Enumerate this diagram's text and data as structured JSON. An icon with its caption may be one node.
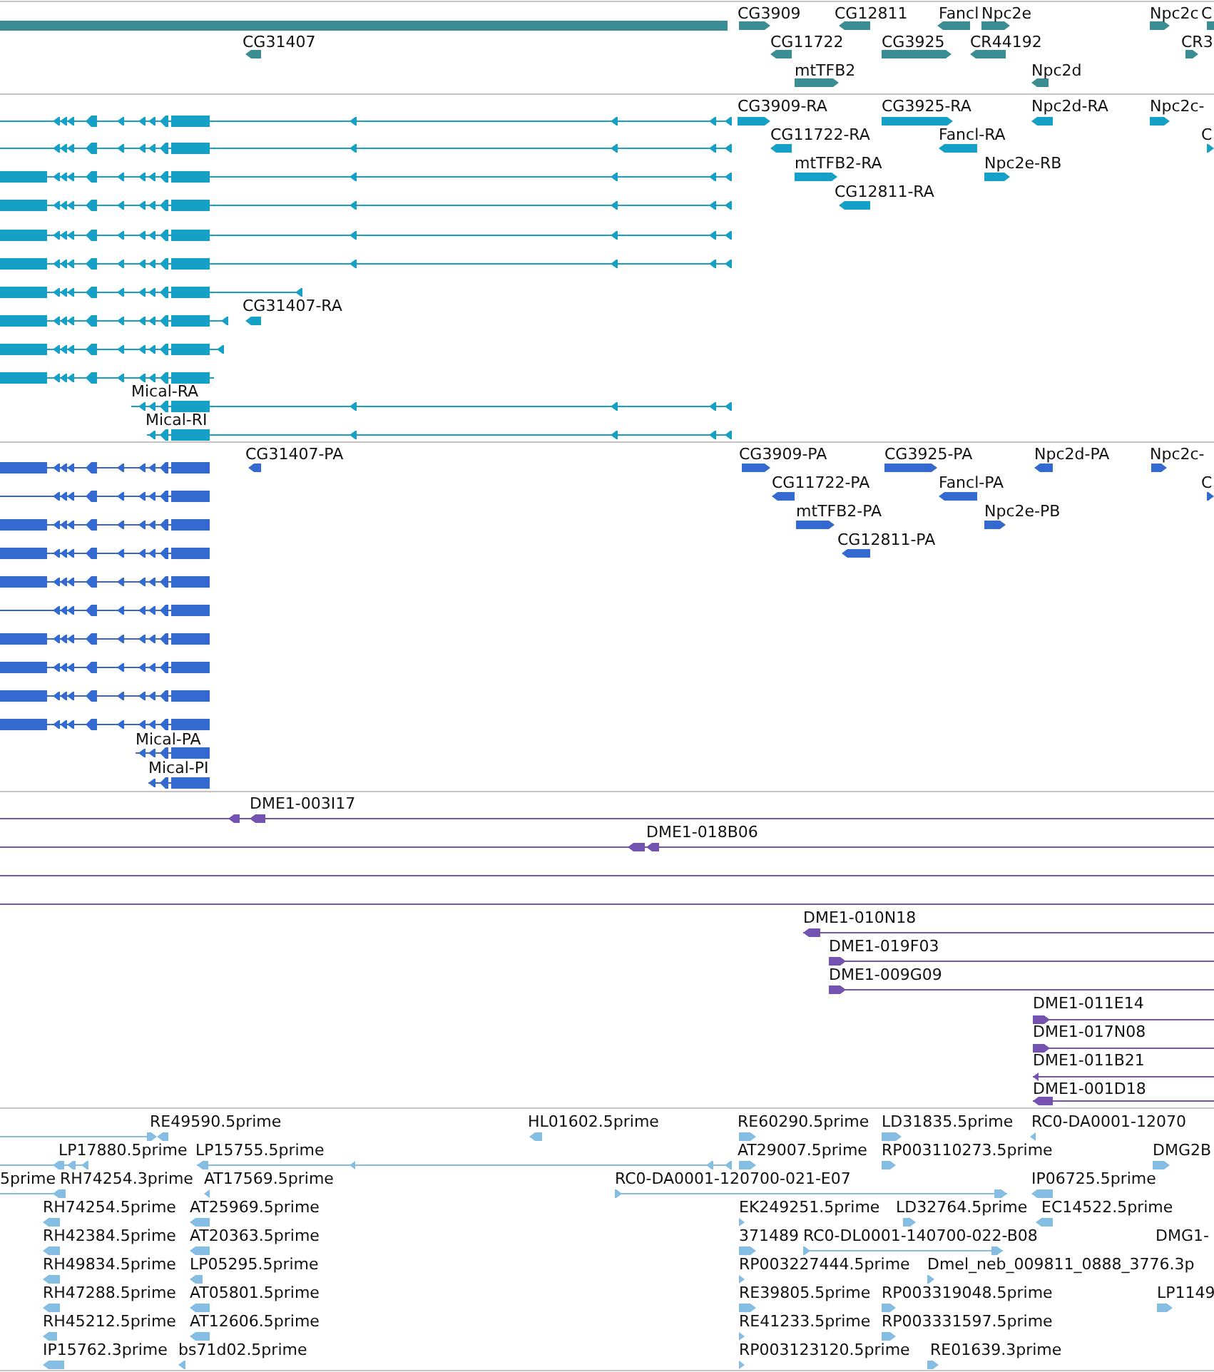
{
  "diagram": {
    "labels": [
      "CG3909",
      "CG12811",
      "Fancl",
      "Npc2e",
      "Npc2c",
      "C",
      "CG31407",
      "CG11722",
      "CG3925",
      "CR44192",
      "CR3",
      "mtTFB2",
      "Npc2d",
      "CG3909-RA",
      "CG3925-RA",
      "Npc2d-RA",
      "Npc2c-",
      "CG11722-RA",
      "Fancl-RA",
      "C",
      "mtTFB2-RA",
      "Npc2e-RB",
      "CG12811-RA",
      "CG31407-RA",
      "Mical-RA",
      "Mical-RI",
      "CG31407-PA",
      "CG3909-PA",
      "CG3925-PA",
      "Npc2d-PA",
      "Npc2c-",
      "CG11722-PA",
      "Fancl-PA",
      "C",
      "mtTFB2-PA",
      "Npc2e-PB",
      "CG12811-PA",
      "Mical-PA",
      "Mical-PI",
      "DME1-003I17",
      "DME1-018B06",
      "DME1-010N18",
      "DME1-019F03",
      "DME1-009G09",
      "DME1-011E14",
      "DME1-017N08",
      "DME1-011B21",
      "DME1-001D18",
      "RE49590.5prime",
      "HL01602.5prime",
      "RE60290.5prime",
      "LD31835.5prime",
      "RC0-DA0001-12070",
      "LP17880.5prime",
      "LP15755.5prime",
      "AT29007.5prime",
      "RP003110273.5prime",
      "DMG2B",
      "5prime",
      "RH74254.3prime",
      "AT17569.5prime",
      "RC0-DA0001-120700-021-E07",
      "IP06725.5prime",
      "RH74254.5prime",
      "AT25969.5prime",
      "EK249251.5prime",
      "LD32764.5prime",
      "EC14522.5prime",
      "RH42384.5prime",
      "AT20363.5prime",
      "371489",
      "RC0-DL0001-140700-022-B08",
      "DMG1-",
      "RH49834.5prime",
      "LP05295.5prime",
      "RP003227444.5prime",
      "Dmel_neb_009811_0888_3776.3p",
      "RH47288.5prime",
      "AT05801.5prime",
      "RE39805.5prime",
      "RP003319048.5prime",
      "LP1149",
      "RH45212.5prime",
      "AT12606.5prime",
      "RE41233.5prime",
      "RP003331597.5prime",
      "IP15762.3prime",
      "bs71d02.5prime",
      "RP003123120.5prime",
      "RE01639.3prime"
    ]
  }
}
